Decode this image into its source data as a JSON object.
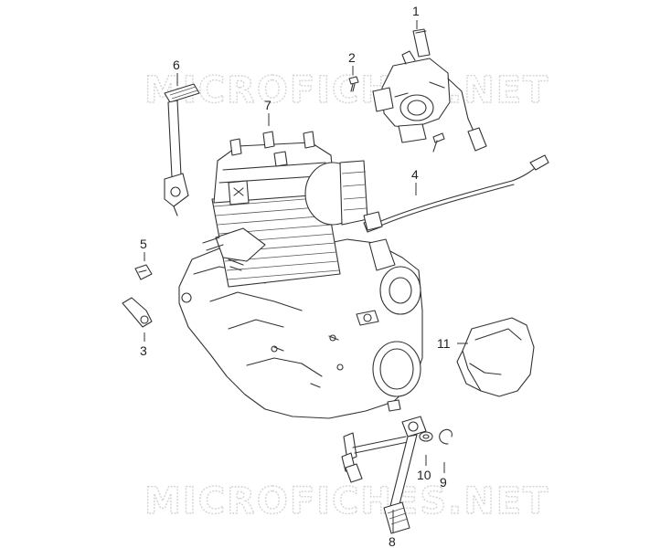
{
  "watermark": {
    "text": "MICROFICHES.NET"
  },
  "callouts": [
    {
      "id": "1",
      "label": "1"
    },
    {
      "id": "2",
      "label": "2"
    },
    {
      "id": "3",
      "label": "3"
    },
    {
      "id": "4",
      "label": "4"
    },
    {
      "id": "5",
      "label": "5"
    },
    {
      "id": "6",
      "label": "6"
    },
    {
      "id": "7",
      "label": "7"
    },
    {
      "id": "8",
      "label": "8"
    },
    {
      "id": "9",
      "label": "9"
    },
    {
      "id": "10",
      "label": "10"
    },
    {
      "id": "11",
      "label": "11"
    }
  ],
  "colors": {
    "line": "#333333",
    "watermark_outline": "#d4d4d4",
    "background": "#ffffff"
  }
}
